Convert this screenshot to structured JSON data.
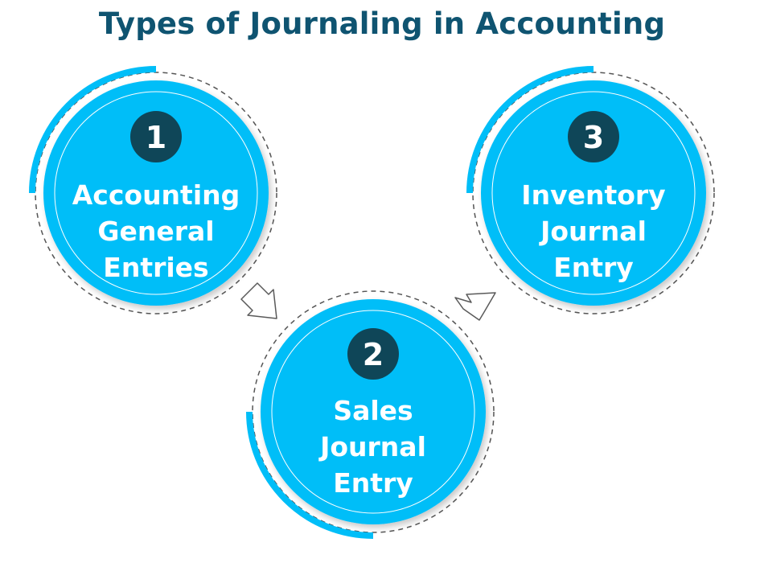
{
  "title": "Types of Journaling in Accounting",
  "colors": {
    "title": "#0f5471",
    "circle_fill": "#00bef8",
    "number_badge": "#0f4658",
    "text": "#ffffff",
    "dashed_ring": "#555555"
  },
  "steps": [
    {
      "number": "1",
      "lines": [
        "Accounting",
        "General",
        "Entries"
      ]
    },
    {
      "number": "2",
      "lines": [
        "Sales",
        "Journal",
        "Entry"
      ]
    },
    {
      "number": "3",
      "lines": [
        "Inventory",
        "Journal",
        "Entry"
      ]
    }
  ]
}
